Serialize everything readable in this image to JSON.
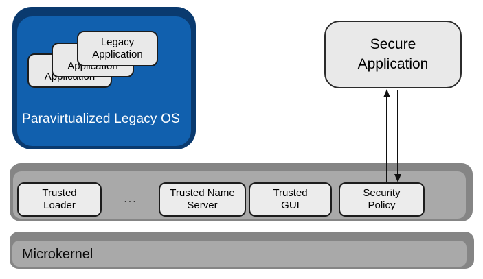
{
  "diagram": {
    "legacy_os": {
      "label": "Paravirtualized Legacy OS",
      "cards": [
        {
          "label": "Legacy Application"
        },
        {
          "label": "Legacy Application"
        },
        {
          "label": "Legacy Application"
        }
      ]
    },
    "secure_application": {
      "label": "Secure Application"
    },
    "trusted_layer": {
      "items": [
        {
          "label": "Trusted Loader"
        },
        {
          "label": "..."
        },
        {
          "label": "Trusted Name Server"
        },
        {
          "label": "Trusted GUI"
        },
        {
          "label": "Security Policy"
        }
      ]
    },
    "microkernel": {
      "label": "Microkernel"
    },
    "connections": [
      {
        "from": "security-policy",
        "to": "secure-application",
        "direction": "up"
      },
      {
        "from": "secure-application",
        "to": "security-policy",
        "direction": "down"
      }
    ],
    "colors": {
      "legacy_os_face": "#1160ae",
      "legacy_os_frame": "#0a3a6f",
      "layer_face": "#a9a9a9",
      "layer_frame": "#858585",
      "box_fill": "#ececec",
      "box_border": "#1c1c1c",
      "arrow": "#111111",
      "background": "#ffffff"
    }
  }
}
